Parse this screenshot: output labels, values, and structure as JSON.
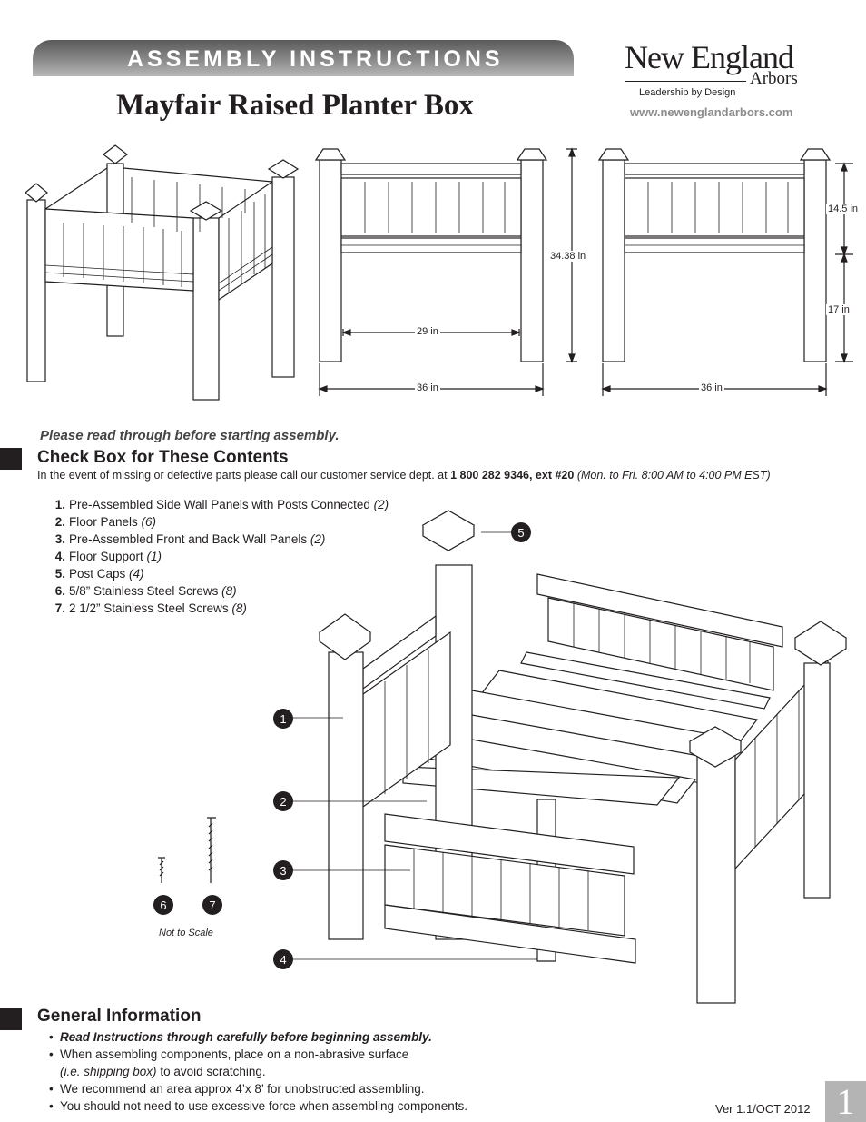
{
  "header": {
    "banner": "ASSEMBLY INSTRUCTIONS",
    "title": "Mayfair Raised Planter Box",
    "brand_line1": "New England",
    "brand_line2": "Arbors",
    "tagline": "Leadership by Design",
    "url": "www.newenglandarbors.com"
  },
  "dimensions": {
    "height_total": "34.38 in",
    "inner_width": "29 in",
    "front_width": "36 in",
    "side_width": "36 in",
    "box_height": "14.5 in",
    "leg_height": "17 in"
  },
  "read_first": "Please read through before starting assembly.",
  "contents": {
    "heading": "Check Box for These Contents",
    "note_prefix": "In the event of missing or defective parts please call our customer service dept. at ",
    "note_phone": "1 800 282 9346, ext #20",
    "note_hours": "(Mon. to Fri. 8:00 AM to 4:00 PM EST)",
    "items": [
      {
        "num": "1.",
        "label": "Pre-Assembled Side Wall Panels with Posts Connected ",
        "qty": "(2)"
      },
      {
        "num": "2.",
        "label": "Floor Panels ",
        "qty": "(6)"
      },
      {
        "num": "3.",
        "label": "Pre-Assembled Front and Back Wall Panels ",
        "qty": "(2)"
      },
      {
        "num": "4.",
        "label": "Floor Support ",
        "qty": "(1)"
      },
      {
        "num": "5.",
        "label": "Post Caps ",
        "qty": "(4)"
      },
      {
        "num": "6.",
        "label": "5/8” Stainless Steel Screws ",
        "qty": "(8)"
      },
      {
        "num": "7.",
        "label": "2 1/2” Stainless Steel Screws ",
        "qty": "(8)"
      }
    ]
  },
  "callouts": [
    "1",
    "2",
    "3",
    "4",
    "5",
    "6",
    "7"
  ],
  "not_to_scale": "Not to Scale",
  "general": {
    "heading": "General Information",
    "bullet": "•",
    "items": [
      "Read Instructions through carefully before beginning assembly.",
      "When assembling components, place on a non-abrasive surface",
      "We recommend an area approx 4’x 8’ for unobstructed assembling.",
      "You should not need to use excessive force when assembling components."
    ],
    "item2_cont_italic": "(i.e. shipping box)",
    "item2_cont_rest": " to avoid scratching."
  },
  "footer": {
    "version": "Ver 1.1/OCT 2012",
    "page": "1"
  }
}
